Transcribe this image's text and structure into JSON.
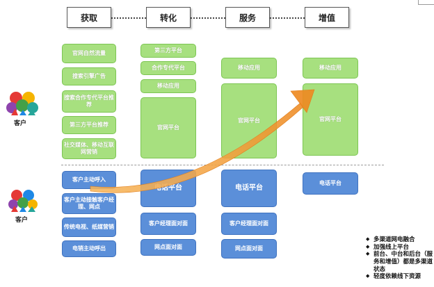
{
  "headers": [
    "获取",
    "转化",
    "服务",
    "增值"
  ],
  "acquire_online": [
    "官网自然流量",
    "搜索引擎广告",
    "搜索合作专代平台推荐",
    "第三方平台推荐",
    "社交媒体、移动互联网营销"
  ],
  "acquire_offline": [
    "客户主动呼入",
    "客户主动接触客户经理、网点",
    "传统电视、纸媒营销",
    "电销主动呼出"
  ],
  "convert_online": [
    "第三方平台",
    "合作专代平台",
    "移动应用",
    "官网平台"
  ],
  "convert_offline": [
    "电话平台",
    "客户经理面对面",
    "网点面对面"
  ],
  "service_online": [
    "移动应用",
    "官网平台"
  ],
  "service_offline": [
    "电话平台",
    "客户经理面对面",
    "网点面对面"
  ],
  "value_online": [
    "移动应用",
    "官网平台"
  ],
  "value_offline": [
    "电话平台"
  ],
  "customer_label": "客户",
  "notes": [
    "多渠道网电融合",
    "加强线上平台",
    "前台、中台和后台（服务和增值）都是多渠道状态",
    "轻度依赖线下资源"
  ],
  "colors": {
    "online_box": "#a7e07f",
    "offline_box": "#5b8fd9",
    "arrow": "#f39a3c"
  }
}
